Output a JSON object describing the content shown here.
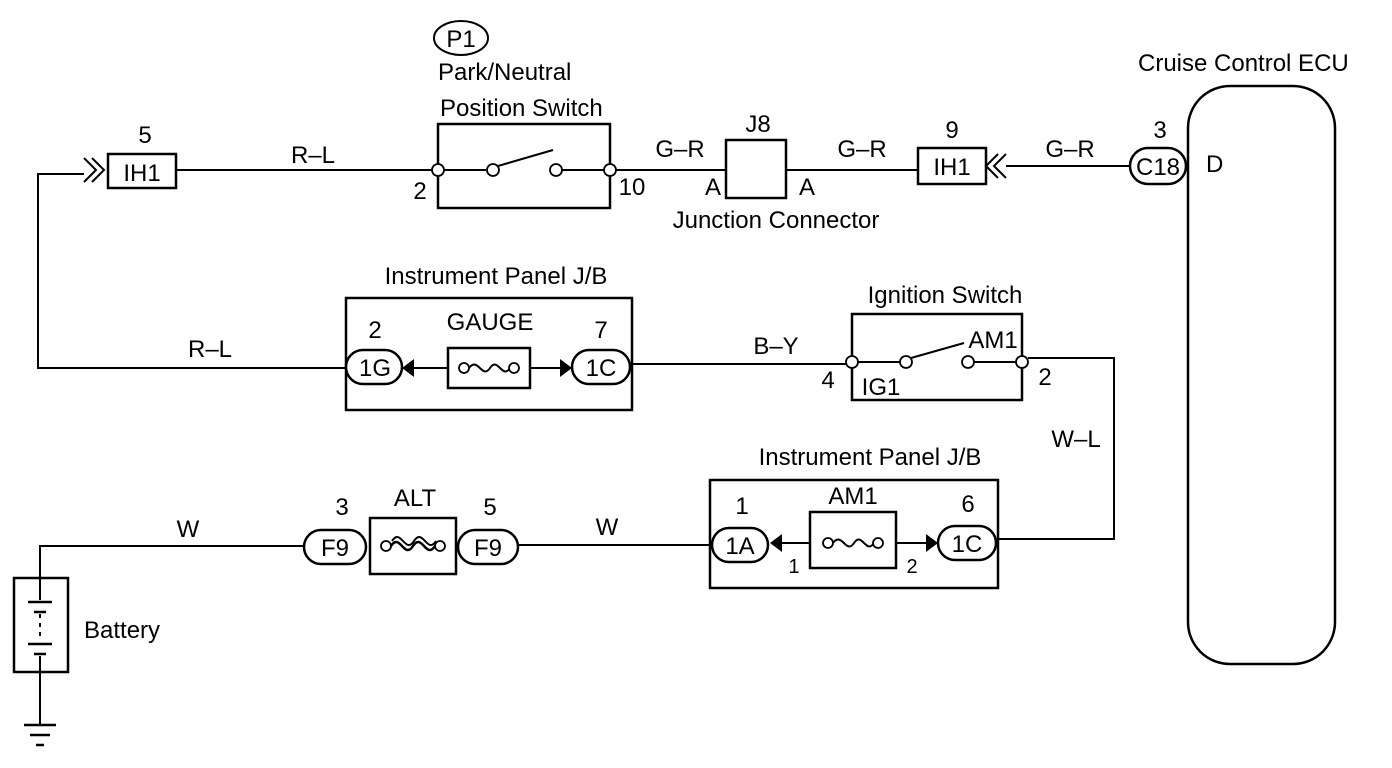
{
  "ecu": {
    "title": "Cruise Control ECU",
    "pin_label": "D",
    "pin_no": "3",
    "connector": "C18"
  },
  "pn_switch": {
    "badge": "P1",
    "title_line1": "Park/Neutral",
    "title_line2": "Position Switch",
    "pin_left": "2",
    "pin_right": "10"
  },
  "jc": {
    "top_label": "J8",
    "pin_left": "A",
    "pin_right": "A",
    "title": "Junction Connector"
  },
  "ih1_left": {
    "label": "IH1",
    "pin": "5"
  },
  "ih1_right": {
    "label": "IH1",
    "pin": "9"
  },
  "wires": {
    "top_left": "R–L",
    "top_mid": "G–R",
    "top_right1": "G–R",
    "top_right2": "G–R",
    "mid_left": "R–L",
    "mid_center": "B–Y",
    "right_vert": "W–L",
    "bot_left": "W",
    "bot_mid": "W"
  },
  "ipjb_gauge": {
    "title": "Instrument Panel J/B",
    "fuse": "GAUGE",
    "left_conn": "1G",
    "left_pin": "2",
    "right_conn": "1C",
    "right_pin": "7"
  },
  "ign_switch": {
    "title": "Ignition Switch",
    "contact_right": "AM1",
    "contact_left": "IG1",
    "pin_left": "4",
    "pin_right": "2"
  },
  "ipjb_am1": {
    "title": "Instrument Panel J/B",
    "fuse": "AM1",
    "left_conn": "1A",
    "left_pin": "1",
    "right_conn": "1C",
    "right_pin": "6",
    "inner_left": "1",
    "inner_right": "2"
  },
  "alt": {
    "fuse": "ALT",
    "left_conn": "F9",
    "left_pin": "3",
    "right_conn": "F9",
    "right_pin": "5"
  },
  "battery": {
    "label": "Battery"
  }
}
